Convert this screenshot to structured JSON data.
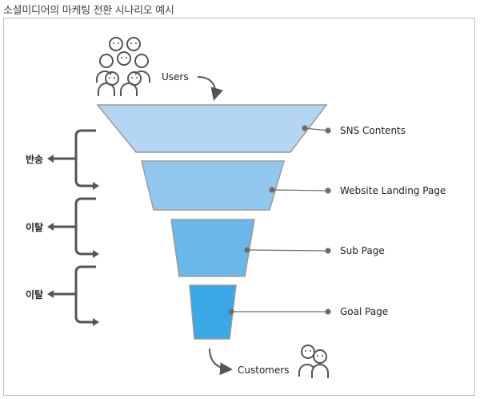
{
  "title": "소셜미디어의 마케팅 전환 시나리오 예시",
  "users_label": "Users",
  "customers_label": "Customers",
  "stages": [
    {
      "label": "SNS Contents",
      "color": "#b5d6f2"
    },
    {
      "label": "Website Landing Page",
      "color": "#93c8ee"
    },
    {
      "label": "Sub Page",
      "color": "#6bb7ea"
    },
    {
      "label": "Goal Page",
      "color": "#3aa7e6"
    }
  ],
  "side_labels": [
    "반송",
    "이탈",
    "이탈"
  ],
  "colors": {
    "line": "#6d6d6d",
    "arrow": "#555555",
    "icon": "#555555"
  },
  "icons": [
    "users-group-icon",
    "customers-icon",
    "curved-arrow-icon",
    "bracket-arrow-icon"
  ]
}
